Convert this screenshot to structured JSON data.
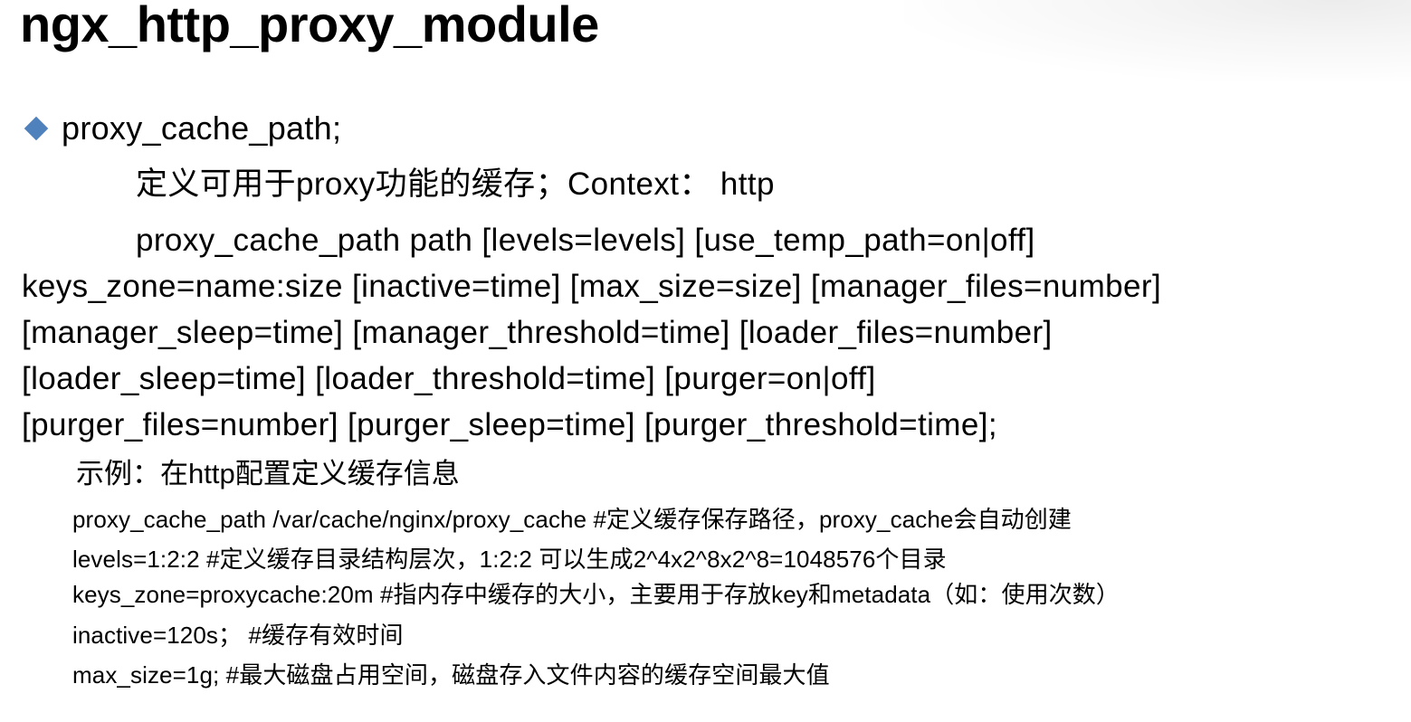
{
  "slide": {
    "title": "ngx_http_proxy_module",
    "bullet": {
      "icon": "diamond-bullet-icon",
      "color": "#4f81bd",
      "label": "proxy_cache_path;"
    },
    "description": "定义可用于proxy功能的缓存；Context： http",
    "syntax_lines": [
      "proxy_cache_path path [levels=levels] [use_temp_path=on|off]",
      "keys_zone=name:size [inactive=time] [max_size=size]  [manager_files=number]",
      "[manager_sleep=time] [manager_threshold=time]  [loader_files=number]",
      "[loader_sleep=time] [loader_threshold=time]  [purger=on|off]",
      "[purger_files=number] [purger_sleep=time]  [purger_threshold=time];"
    ],
    "example_heading": "示例：在http配置定义缓存信息",
    "example_lines": [
      "proxy_cache_path /var/cache/nginx/proxy_cache #定义缓存保存路径，proxy_cache会自动创建",
      "levels=1:2:2 #定义缓存目录结构层次，1:2:2 可以生成2^4x2^8x2^8=1048576个目录",
      "keys_zone=proxycache:20m #指内存中缓存的大小，主要用于存放key和metadata（如：使用次数）",
      "inactive=120s；  #缓存有效时间",
      "max_size=1g; #最大磁盘占用空间，磁盘存入文件内容的缓存空间最大值"
    ]
  }
}
